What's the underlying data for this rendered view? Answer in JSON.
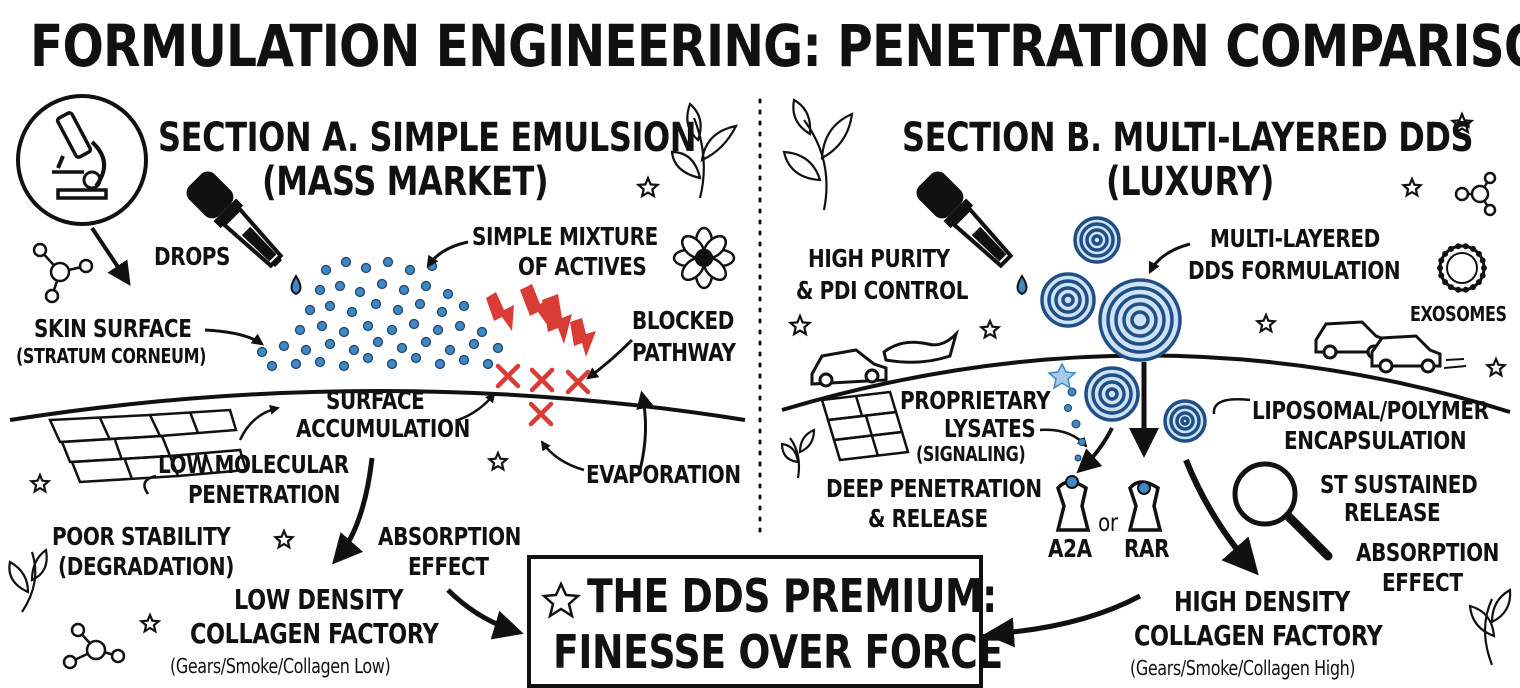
{
  "title": "FORMULATION ENGINEERING: PENETRATION COMPARISON",
  "section_a": {
    "title_line1": "SECTION A. SIMPLE EMULSION",
    "title_line2": "(MASS MARKET)",
    "drops": "DROPS",
    "simple_mixture_line1": "SIMPLE MIXTURE",
    "simple_mixture_line2": "OF ACTIVES",
    "skin_surface_line1": "SKIN SURFACE",
    "skin_surface_line2": "(STRATUM CORNEUM)",
    "blocked_line1": "BLOCKED",
    "blocked_line2": "PATHWAY",
    "surface_acc_line1": "SURFACE",
    "surface_acc_line2": "ACCUMULATION",
    "low_mol_line1": "LOW MOLECULAR",
    "low_mol_line2": "PENETRATION",
    "evaporation": "EVAPORATION",
    "poor_stab_line1": "POOR STABILITY",
    "poor_stab_line2": "(DEGRADATION)",
    "absorption_line1": "ABSORPTION",
    "absorption_line2": "EFFECT",
    "factory_line1": "LOW DENSITY",
    "factory_line2": "COLLAGEN FACTORY",
    "factory_note": "(Gears/Smoke/Collagen Low)"
  },
  "section_b": {
    "title_line1": "SECTION B. MULTI-LAYERED DDS",
    "title_line2": "(LUXURY)",
    "high_purity_line1": "HIGH PURITY",
    "high_purity_line2": "& PDI CONTROL",
    "multi_line1": "MULTI-LAYERED",
    "multi_line2": "DDS FORMULATION",
    "exosomes": "EXOSOMES",
    "lysates_line1": "PROPRIETARY",
    "lysates_line2": "LYSATES",
    "lysates_line3": "(SIGNALING)",
    "liposomal_line1": "LIPOSOMAL/POLYMER",
    "liposomal_line2": "ENCAPSULATION",
    "deep_line1": "DEEP PENETRATION",
    "deep_line2": "& RELEASE",
    "receptor_a": "A2A",
    "or": "or",
    "receptor_b": "RAR",
    "sustained_line1": "ST SUSTAINED",
    "sustained_line2": "RELEASE",
    "absorption_line1": "ABSORPTION",
    "absorption_line2": "EFFECT",
    "factory_line1": "HIGH DENSITY",
    "factory_line2": "COLLAGEN FACTORY",
    "factory_note": "(Gears/Smoke/Collagen High)"
  },
  "premium": {
    "line1": "THE DDS PREMIUM:",
    "line2": "FINESSE OVER FORCE"
  },
  "colors": {
    "ink": "#111111",
    "blue": "#3f88c5",
    "red": "#d93b35"
  },
  "icons": [
    "microscope-icon",
    "dropper-icon",
    "flower-icon",
    "leaf-icon",
    "star-icon",
    "molecule-icon",
    "car-icon",
    "magnifier-icon",
    "receptor-icon",
    "brick-wall-icon",
    "lightning-icon"
  ]
}
